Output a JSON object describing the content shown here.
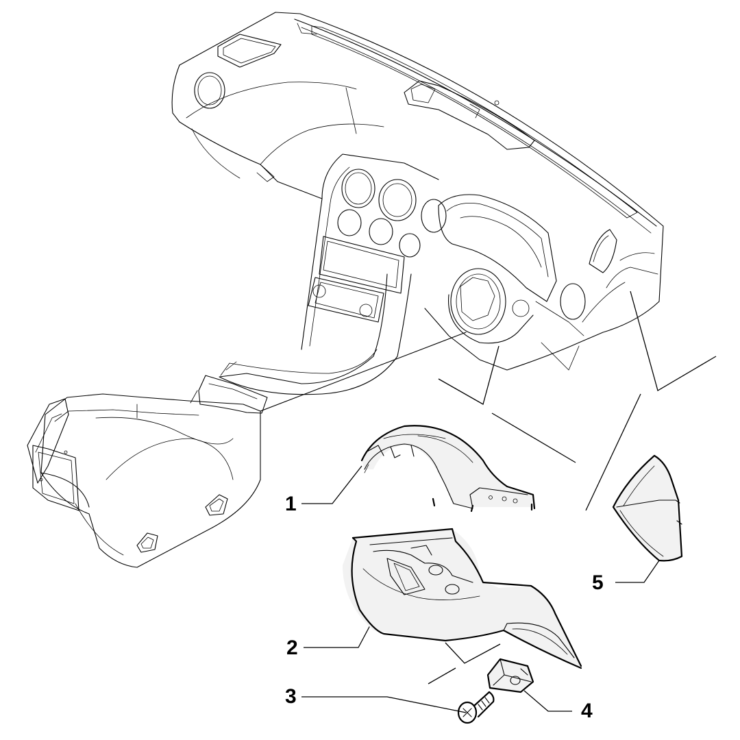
{
  "callouts": [
    {
      "id": "1",
      "label": "1"
    },
    {
      "id": "2",
      "label": "2"
    },
    {
      "id": "3",
      "label": "3"
    },
    {
      "id": "4",
      "label": "4"
    },
    {
      "id": "5",
      "label": "5"
    }
  ],
  "colors": {
    "line": "#000000",
    "background": "#ffffff",
    "shading": "#f2f2f2"
  }
}
